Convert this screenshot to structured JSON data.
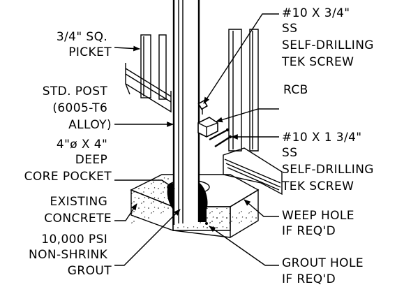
{
  "labels": {
    "picket": [
      "3/4\" SQ.",
      "PICKET"
    ],
    "post": [
      "STD. POST",
      "(6005-T6",
      "ALLOY)"
    ],
    "core": [
      "4\"ø X 4\"",
      "DEEP",
      "CORE POCKET"
    ],
    "concrete": [
      "EXISTING",
      "CONCRETE"
    ],
    "grout": [
      "10,000 PSI",
      "NON-SHRINK",
      "GROUT"
    ],
    "screw_top": [
      "#10 X 3/4\"",
      "SS",
      "SELF-DRILLING",
      "TEK SCREW"
    ],
    "rcb": [
      "RCB"
    ],
    "screw_mid": [
      "#10 X 1 3/4\"",
      "SS",
      "SELF-DRILLING",
      "TEK SCREW"
    ],
    "weep": [
      "WEEP HOLE",
      "IF REQ'D"
    ],
    "grout_hole": [
      "GROUT HOLE",
      "IF REQ'D"
    ]
  },
  "colors": {
    "ink": "#000000",
    "paper": "#ffffff"
  }
}
